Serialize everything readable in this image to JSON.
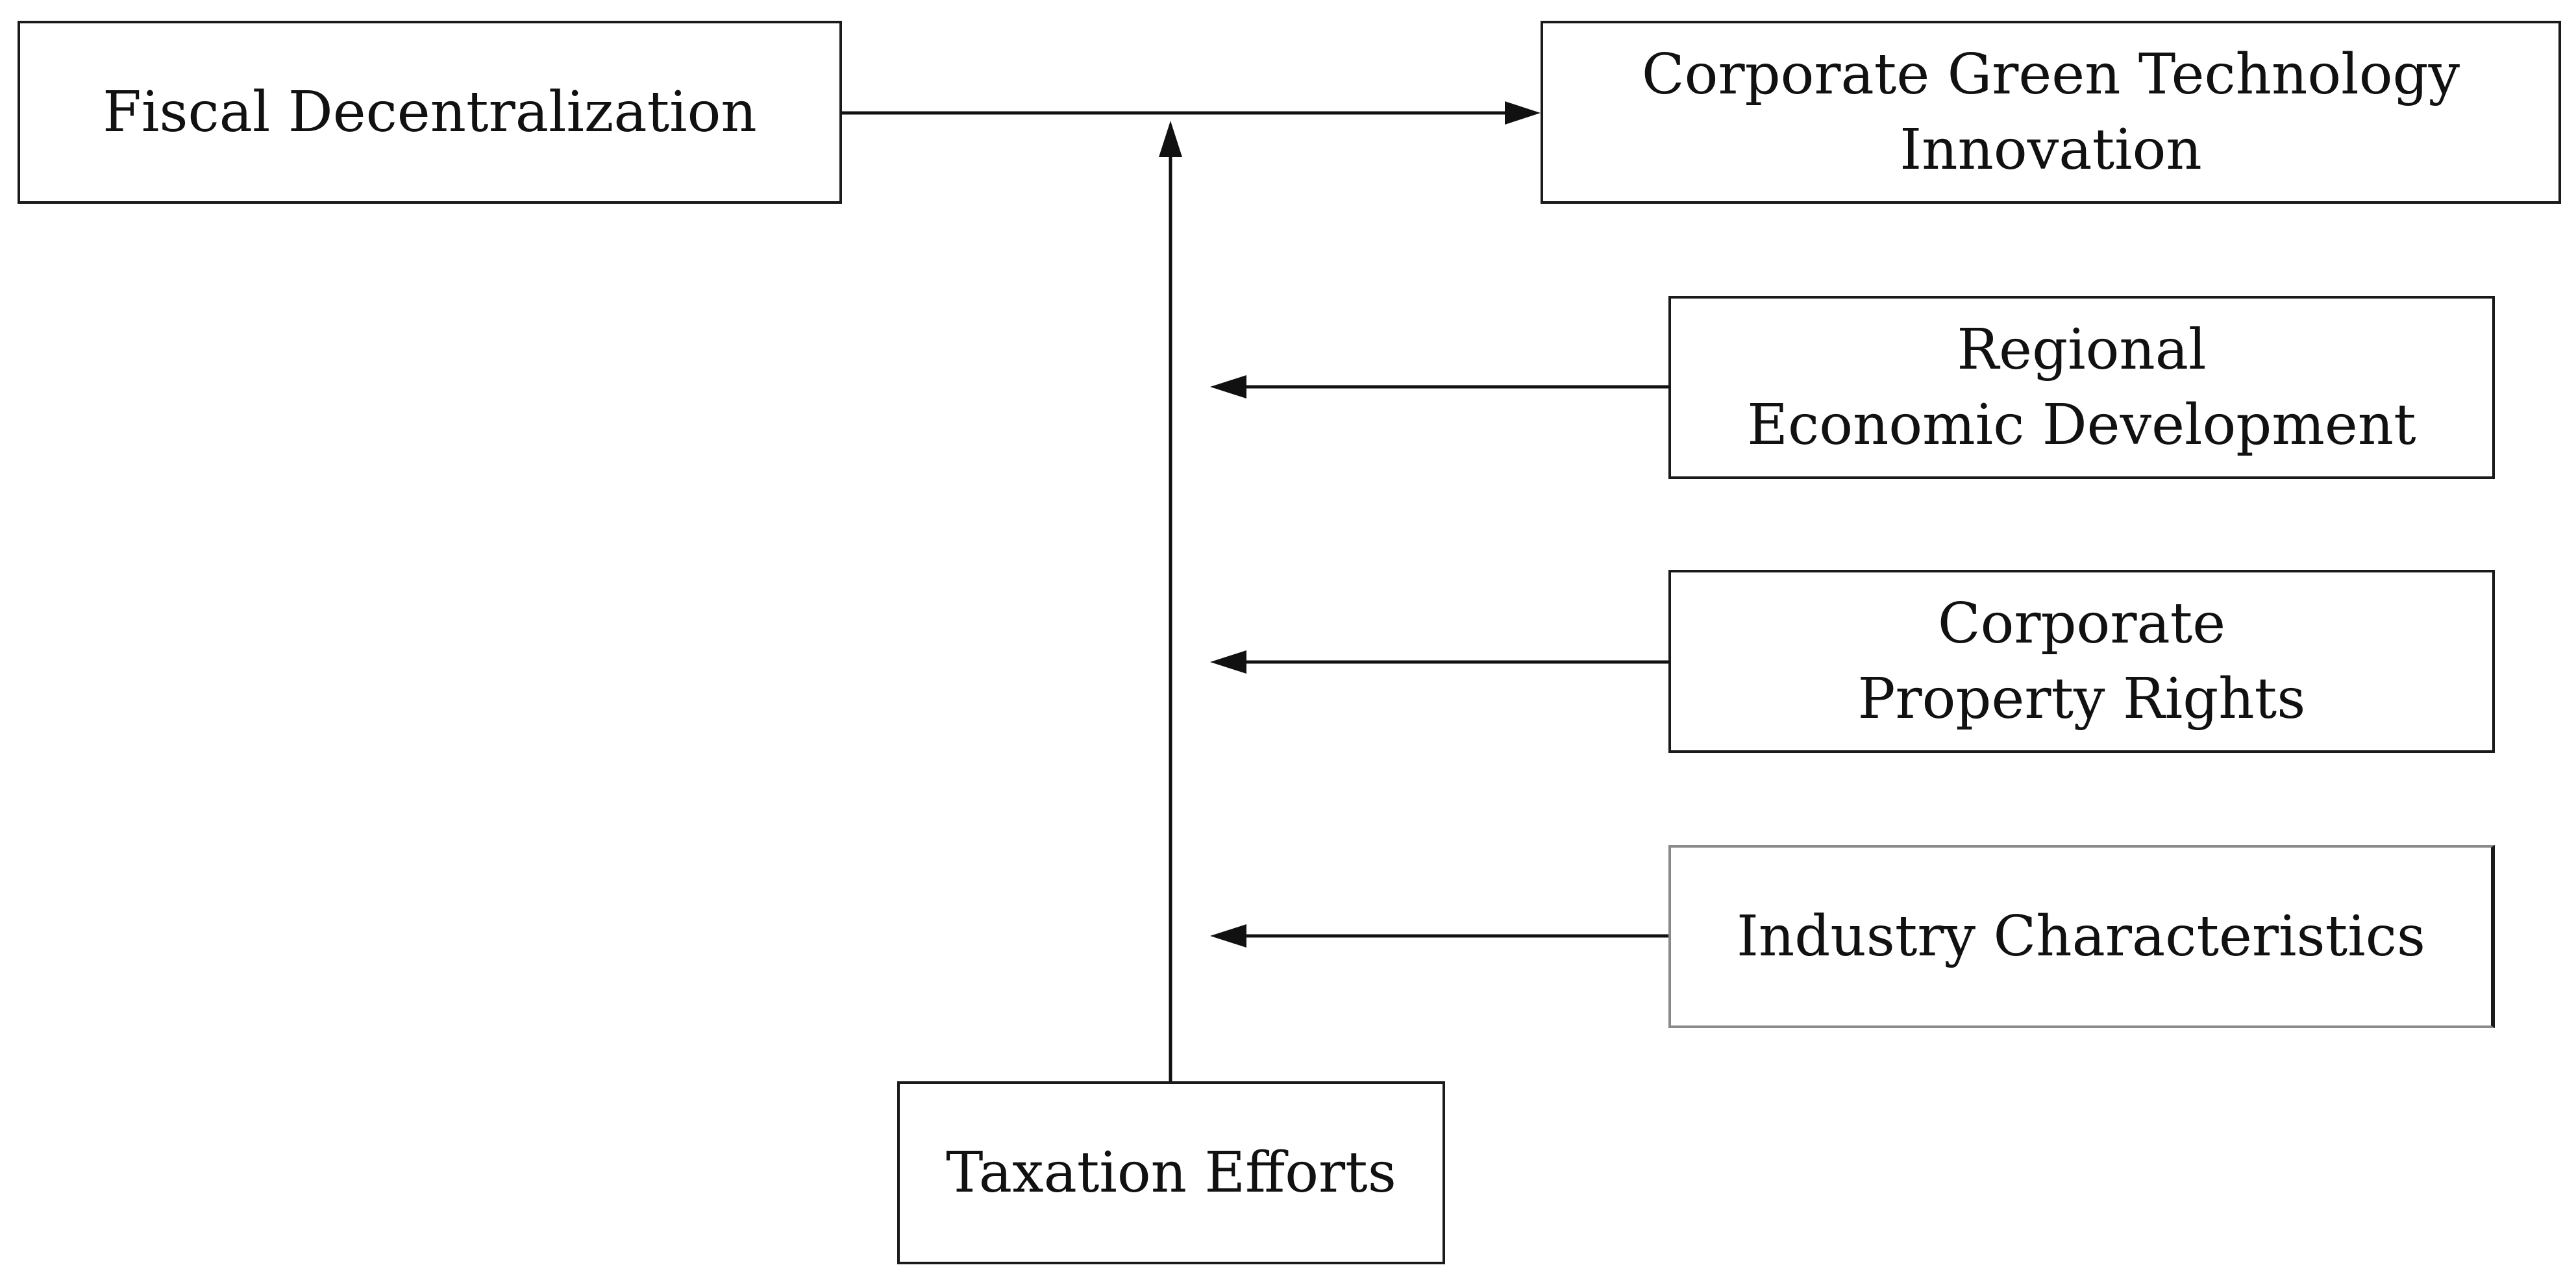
{
  "diagram": {
    "nodes": {
      "fiscal_decentralization": "Fiscal Decentralization",
      "corporate_green_tech_innovation": "Corporate Green Technology\nInnovation",
      "regional_economic_development": "Regional\nEconomic Development",
      "corporate_property_rights": "Corporate\nProperty Rights",
      "industry_characteristics": "Industry Characteristics",
      "taxation_efforts": "Taxation Efforts"
    },
    "edges": [
      {
        "from": "fiscal_decentralization",
        "to": "corporate_green_tech_innovation"
      },
      {
        "from": "taxation_efforts",
        "to": "fiscal_decentralization->corporate_green_tech_innovation"
      },
      {
        "from": "regional_economic_development",
        "to": "taxation_efforts->fiscal_decentralization"
      },
      {
        "from": "corporate_property_rights",
        "to": "taxation_efforts->fiscal_decentralization"
      },
      {
        "from": "industry_characteristics",
        "to": "taxation_efforts->fiscal_decentralization"
      }
    ]
  }
}
